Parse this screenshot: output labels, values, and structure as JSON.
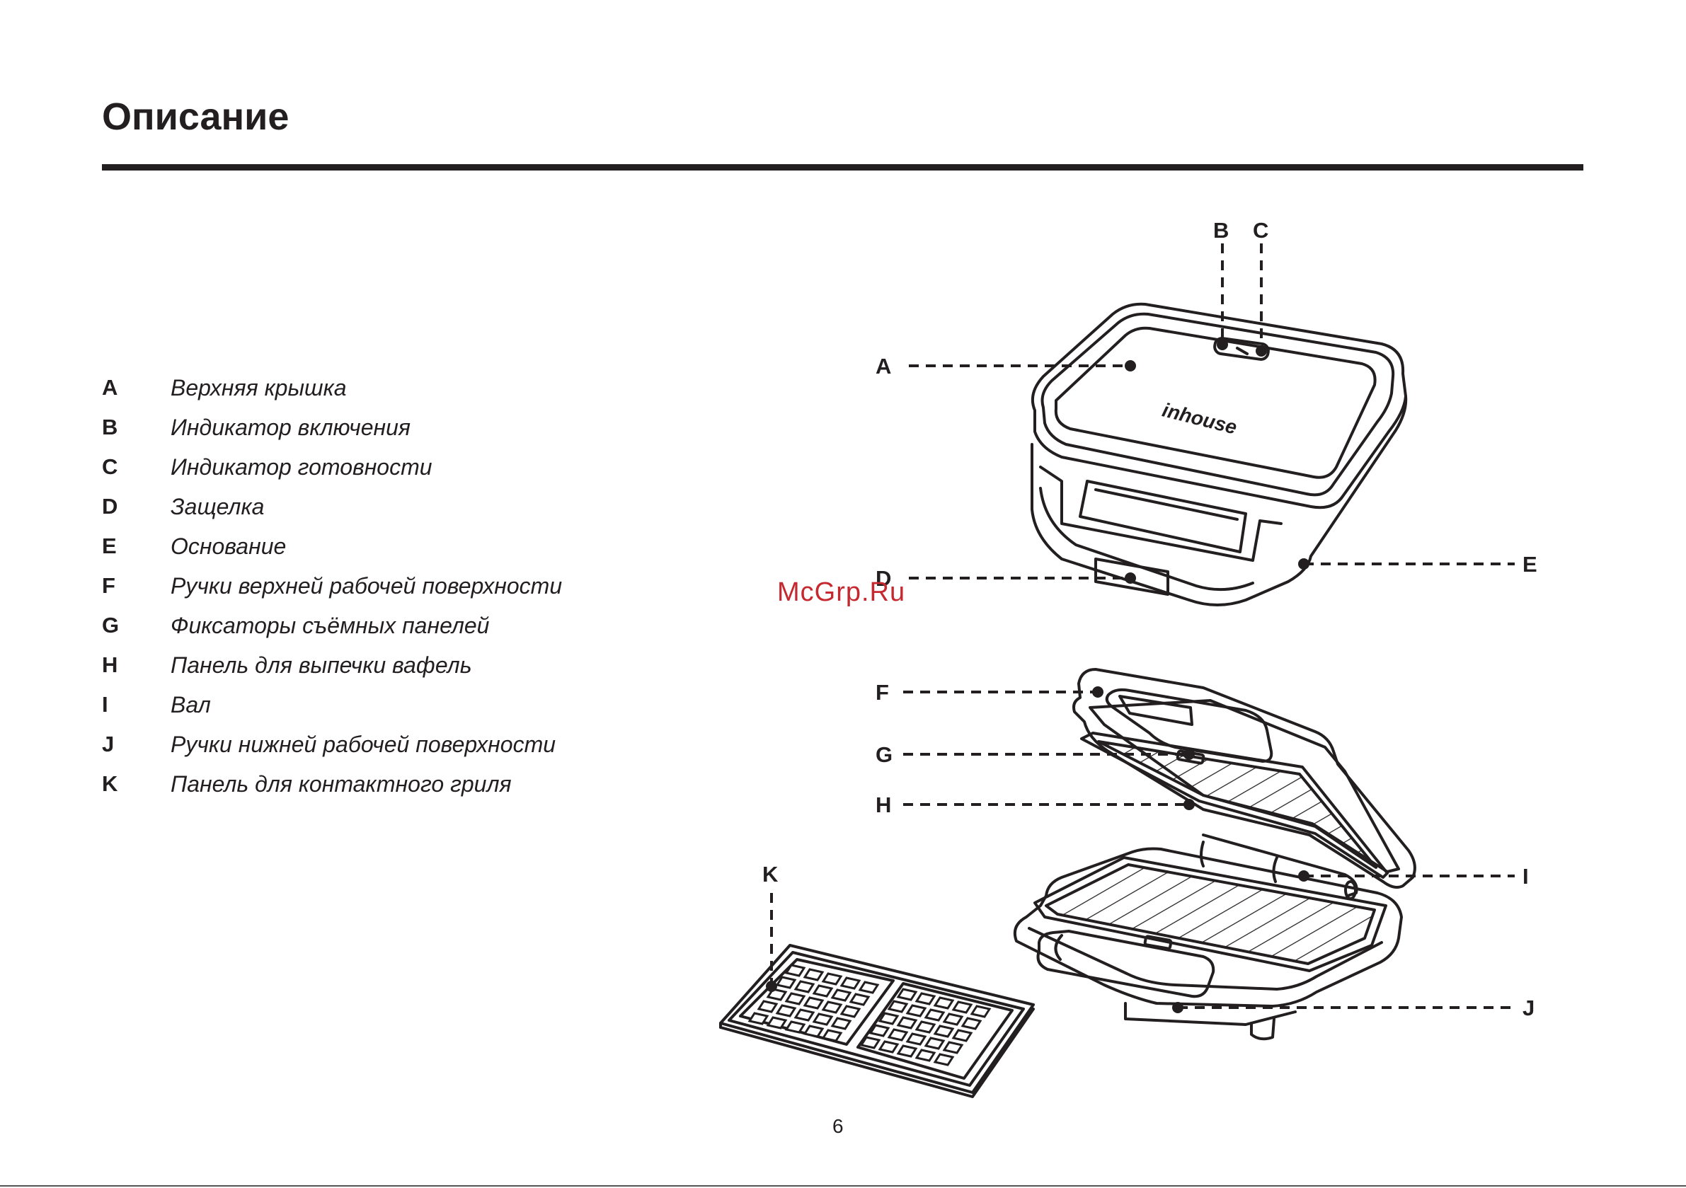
{
  "page": {
    "title": "Описание",
    "page_number": "6",
    "watermark": "McGrp.Ru"
  },
  "legend": [
    {
      "letter": "A",
      "text": "Верхняя крышка"
    },
    {
      "letter": "B",
      "text": "Индикатор включения"
    },
    {
      "letter": "C",
      "text": "Индикатор готовности"
    },
    {
      "letter": "D",
      "text": "Защелка"
    },
    {
      "letter": "E",
      "text": "Основание"
    },
    {
      "letter": "F",
      "text": "Ручки верхней рабочей поверхности"
    },
    {
      "letter": "G",
      "text": "Фиксаторы съёмных панелей"
    },
    {
      "letter": "H",
      "text": "Панель для выпечки вафель"
    },
    {
      "letter": "I",
      "text": "Вал"
    },
    {
      "letter": "J",
      "text": "Ручки нижней рабочей поверхности"
    },
    {
      "letter": "K",
      "text": "Панель для контактного гриля"
    }
  ],
  "diagram": {
    "brand_logo": "inhouse"
  },
  "colors": {
    "ink": "#231f20",
    "watermark": "#c5282f"
  }
}
